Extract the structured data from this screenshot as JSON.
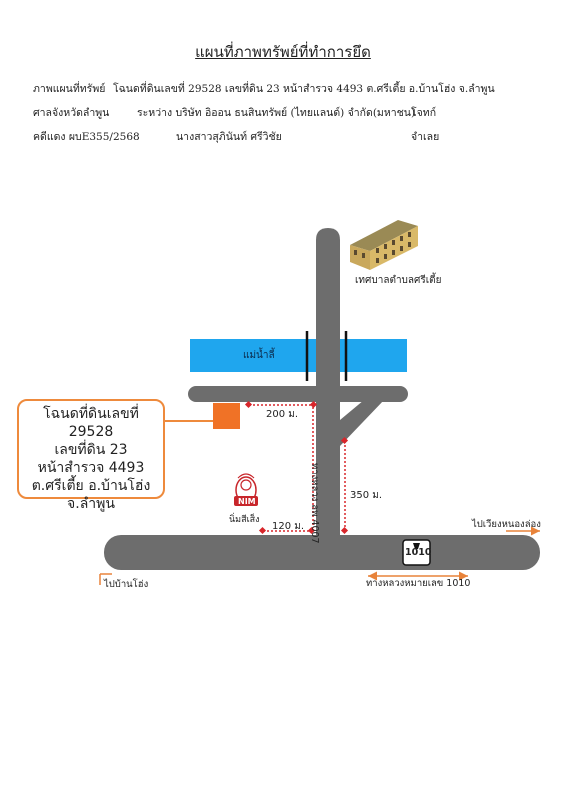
{
  "title": "แผนที่ภาพทรัพย์ที่ทำการยึด",
  "header": {
    "r1c1": "ภาพแผนที่ทรัพย์",
    "r1c2": "โฉนดที่ดินเลขที่ 29528  เลขที่ดิน 23 หน้าสำรวจ 4493 ต.ศรีเตี้ย อ.บ้านโฮ่ง จ.ลำพูน",
    "r2c1": "ศาลจังหวัดลำพูน",
    "r2c2": "ระหว่าง  บริษัท อิออน ธนสินทรัพย์ (ไทยแลนด์) จำกัด(มหาชน)",
    "r2c3": "โจทก์",
    "r3c1": "คดีแดง ผบE355/2568",
    "r3c2": "นางสาวสุภินันท์ ศรีวิชัย",
    "r3c3": "จำเลย"
  },
  "map": {
    "municipality": "เทศบาลตำบลศรีเตี้ย",
    "river": "แม่น้ำลี้",
    "road_4007": "ทางหลวง ลพ 4007",
    "dist_200": "200 ม.",
    "dist_350": "350 ม.",
    "dist_120": "120 ม.",
    "nim_logo": "NIM",
    "nim_label": "นิ่มสีเส็ง",
    "route_1010": "1010",
    "to_right": "ไปเวียงหนองล่อง",
    "to_left": "ไปบ้านโฮ่ง",
    "highway_1010": "ทางหลวงหมายเลข 1010",
    "callout": [
      "โฉนดที่ดินเลขที่ 29528",
      "เลขที่ดิน 23",
      "หน้าสำรวจ 4493",
      "ต.ศรีเตี้ย อ.บ้านโฮ่ง",
      "จ.ลำพูน"
    ]
  },
  "colors": {
    "road": "#6d6d6d",
    "river": "#1fa6ee",
    "plot": "#f07226",
    "callout_border": "#ee8a3c",
    "distance_marker": "#d8262b",
    "arrow": "#e8833a"
  }
}
